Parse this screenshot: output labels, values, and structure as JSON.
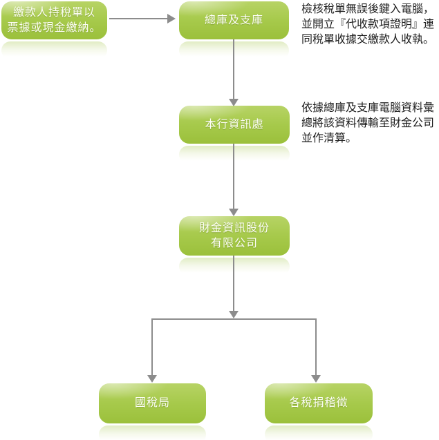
{
  "flowchart": {
    "nodes": [
      {
        "id": "taxpayer",
        "label": "繳款人持稅單以\n票據或現金繳納。"
      },
      {
        "id": "treasury",
        "label": "總庫及支庫"
      },
      {
        "id": "info-dept",
        "label": "本行資訊處"
      },
      {
        "id": "fisc",
        "label": "財金資訊股份\n有限公司"
      },
      {
        "id": "national-tax",
        "label": "國稅局"
      },
      {
        "id": "tax-offices",
        "label": "各稅捐稽徵"
      }
    ],
    "annotations": [
      {
        "text": "檢核稅單無誤後鍵入電腦，並開立『代收款項證明』連同稅單收據交繳款人收執。"
      },
      {
        "text": "依據總庫及支庫電腦資料彙總將該資料傳輸至財金公司並作清算。"
      }
    ],
    "colors": {
      "node_green": "#a7ca4c",
      "node_green_light": "#b7d365",
      "node_green_dark": "#9bc03b",
      "arrow_gray": "#8c8c8c",
      "node_text": "#fdfef6",
      "annotation_text": "#1d1d1d"
    }
  }
}
